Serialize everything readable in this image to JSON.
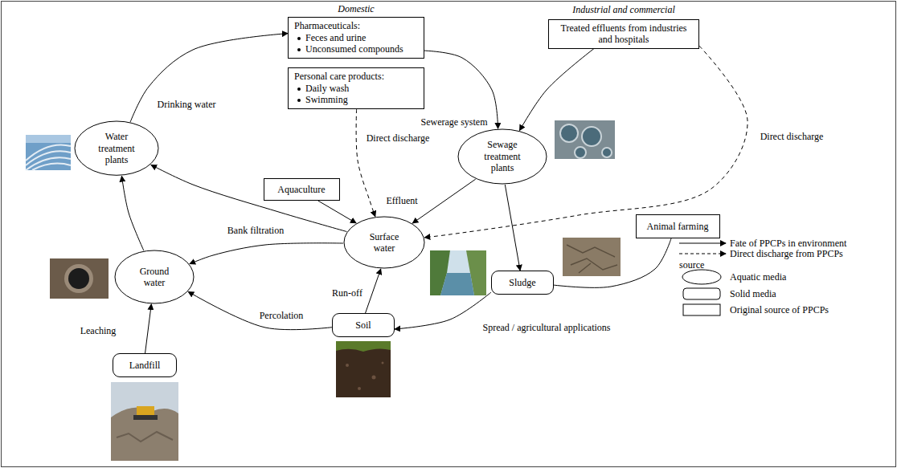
{
  "diagram": {
    "nodes": [
      {
        "text": [
          "Pharmaceuticals:",
          "Feces and urine",
          "Unconsumed compounds"
        ]
      },
      {
        "text": [
          "Personal care products:",
          "Daily wash",
          "Swimming"
        ]
      },
      {
        "text": [
          "Treated effluents from industries and hospitals"
        ]
      },
      {
        "text": [
          "Water treatment plants"
        ]
      },
      {
        "text": [
          "Sewage treatment plants"
        ]
      },
      {
        "text": [
          "Aquaculture"
        ]
      },
      {
        "text": [
          "Surface water"
        ]
      },
      {
        "text": [
          "Animal farming"
        ]
      },
      {
        "text": [
          "Ground water"
        ]
      },
      {
        "text": [
          "Soil"
        ]
      },
      {
        "text": [
          "Sludge"
        ]
      },
      {
        "text": [
          "Landfill"
        ]
      }
    ],
    "edges": [
      {
        "from": 3,
        "to": 0,
        "arrow": "to",
        "label": "Drinking water"
      },
      {
        "from": 0,
        "to": 4,
        "arrow": "to",
        "label": "Sewerage system"
      },
      {
        "from": 2,
        "to": 4,
        "arrow": "to"
      },
      {
        "from": 1,
        "to": 6,
        "arrow": "to",
        "label": "Direct discharge"
      },
      {
        "from": 2,
        "to": 6,
        "arrow": "to",
        "label": "Direct discharge"
      },
      {
        "from": 4,
        "to": 6,
        "arrow": "to",
        "label": "Effluent"
      },
      {
        "from": 4,
        "to": 10,
        "arrow": "to"
      },
      {
        "from": 5,
        "to": 6,
        "arrow": "to"
      },
      {
        "from": 7,
        "to": 10,
        "arrow": "none"
      },
      {
        "from": 10,
        "to": 9,
        "arrow": "to",
        "label": "Spread / agricultural applications"
      },
      {
        "from": 9,
        "to": 6,
        "arrow": "to",
        "label": "Run-off"
      },
      {
        "from": 9,
        "to": 8,
        "arrow": "to",
        "label": "Percolation"
      },
      {
        "from": 11,
        "to": 8,
        "arrow": "to",
        "label": "Leaching"
      },
      {
        "from": 6,
        "to": 3,
        "arrow": "to",
        "label": "Bank filtration"
      },
      {
        "from": 6,
        "to": 8,
        "arrow": "to"
      },
      {
        "from": 8,
        "to": 3,
        "arrow": "to"
      }
    ],
    "labels": [
      "Domestic",
      "Industrial and commercial"
    ],
    "legend": [
      {
        "text": "Fate of PPCPs in environment"
      },
      {
        "text": "Direct discharge from PPCPs source"
      },
      {
        "text": "Aquatic media"
      },
      {
        "text": "Solid media"
      },
      {
        "text": "Original source of PPCPs"
      }
    ]
  }
}
